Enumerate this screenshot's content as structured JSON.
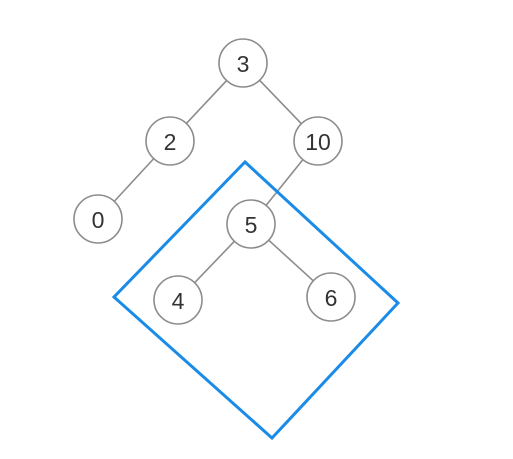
{
  "tree": {
    "nodes": [
      {
        "id": "n3",
        "label": "3"
      },
      {
        "id": "n2",
        "label": "2"
      },
      {
        "id": "n10",
        "label": "10"
      },
      {
        "id": "n0",
        "label": "0"
      },
      {
        "id": "n5",
        "label": "5"
      },
      {
        "id": "n4",
        "label": "4"
      },
      {
        "id": "n6",
        "label": "6"
      }
    ],
    "edges": [
      {
        "from": "n3",
        "to": "n2"
      },
      {
        "from": "n3",
        "to": "n10"
      },
      {
        "from": "n2",
        "to": "n0"
      },
      {
        "from": "n10",
        "to": "n5"
      },
      {
        "from": "n5",
        "to": "n4"
      },
      {
        "from": "n5",
        "to": "n6"
      }
    ],
    "highlighted_subtree_root": "n5"
  },
  "colors": {
    "node_stroke": "#8c8c8c",
    "edge": "#8c8c8c",
    "highlight": "#1a8ce8",
    "label": "#333333"
  }
}
